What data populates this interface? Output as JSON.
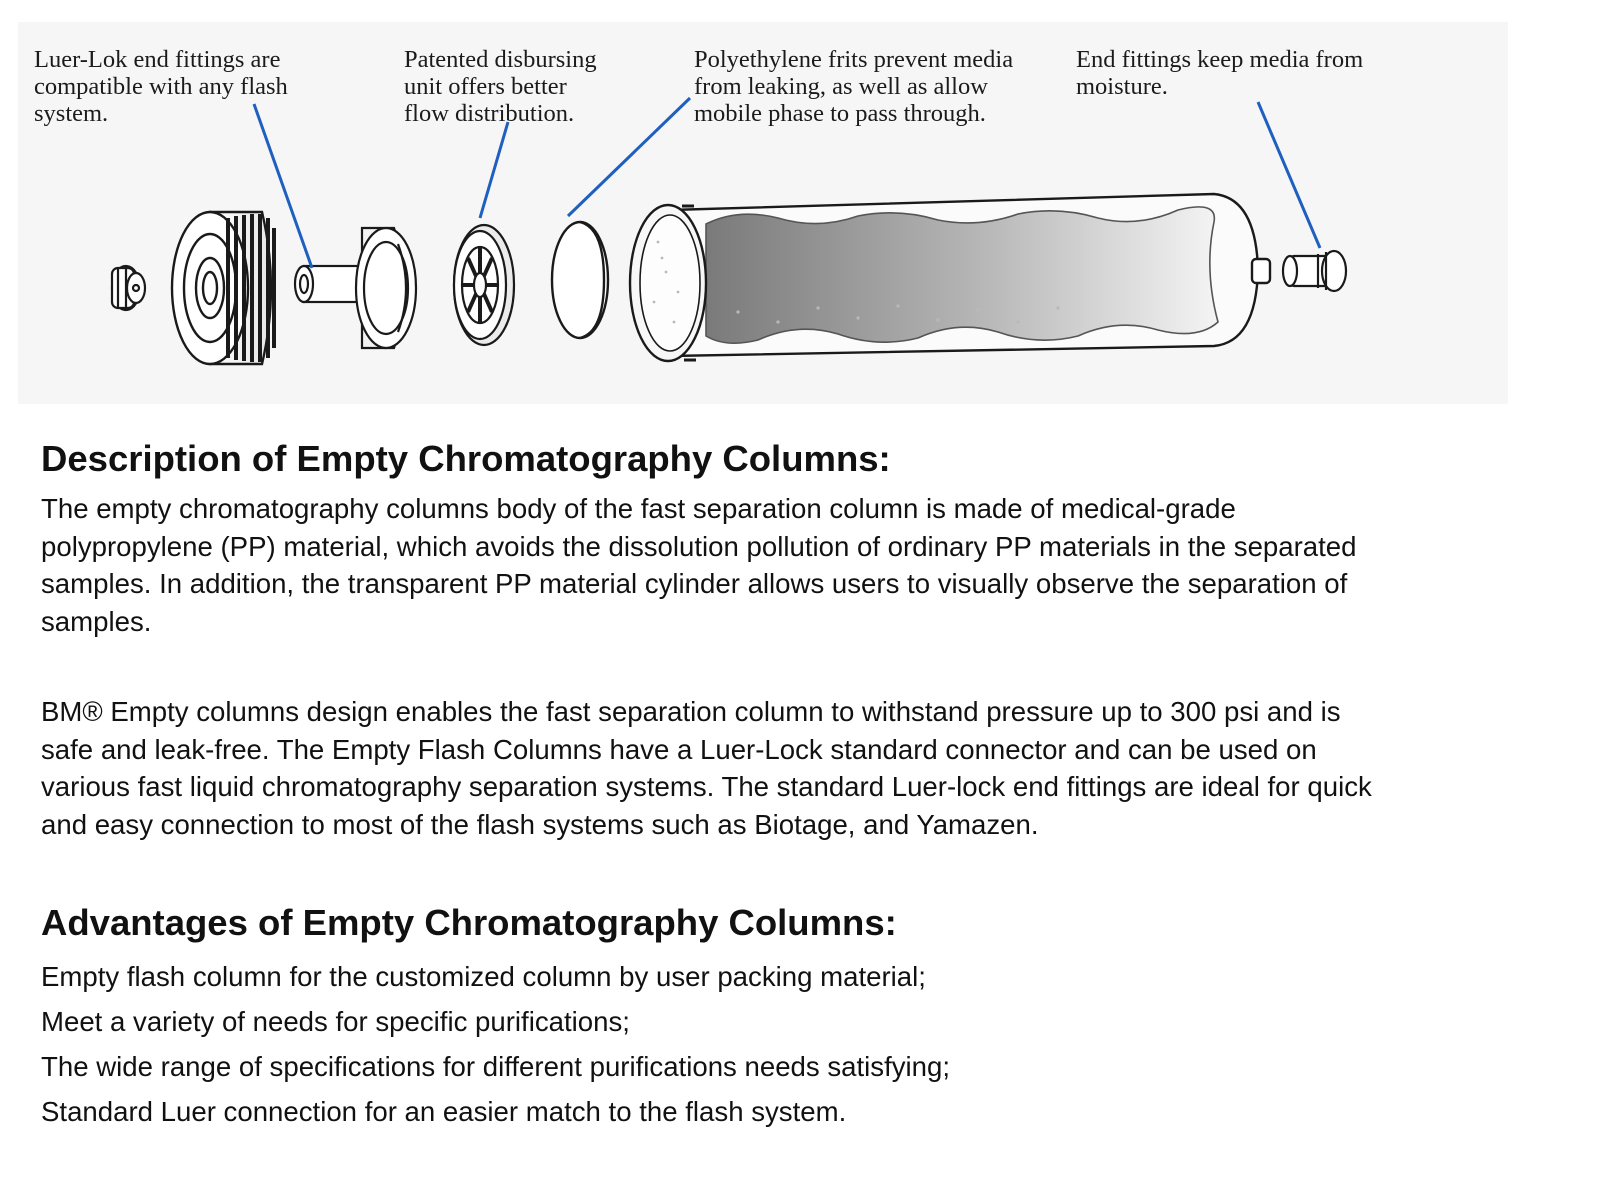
{
  "diagram": {
    "callouts": [
      "Luer-Lok end fittings are\ncompatible with any flash\nsystem.",
      "Patented disbursing\nunit offers better\nflow distribution.",
      "Polyethylene frits prevent media\nfrom leaking, as well as allow\nmobile phase to pass through.",
      "End fittings keep media from\nmoisture."
    ],
    "leader_color": "#1f5fbf"
  },
  "description": {
    "title": "Description of Empty Chromatography Columns:",
    "paragraph1_lines": [
      "The empty chromatography columns body of the fast separation column is made of medical-grade",
      "polypropylene (PP) material, which avoids the dissolution pollution of ordinary PP materials in the separated",
      "samples. In addition, the transparent PP material cylinder allows users to visually observe the separation of",
      "samples."
    ],
    "paragraph2_lines": [
      "BM® Empty columns design enables the fast separation column to withstand pressure up to 300 psi and is",
      "safe and leak-free. The Empty Flash Columns have a Luer-Lock standard connector and can be used on",
      "various fast liquid chromatography separation systems. The standard Luer-lock end fittings are ideal for quick",
      "and easy connection to most of the flash systems such as Biotage, and Yamazen."
    ]
  },
  "advantages": {
    "title": "Advantages of Empty Chromatography Columns:",
    "items": [
      "Empty flash column for the customized column by user packing material;",
      "Meet a variety of needs for specific purifications;",
      "The wide range of specifications for different purifications needs satisfying;",
      "Standard Luer connection for an easier match to the flash system."
    ]
  }
}
